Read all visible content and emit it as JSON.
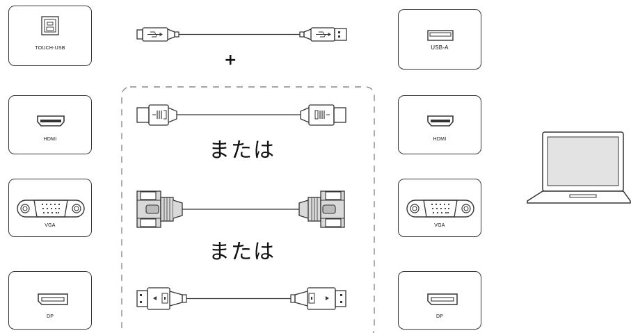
{
  "left_ports": [
    {
      "id": "touch-usb",
      "label": "TOUCH-USB",
      "icon": "usb-b-port-icon"
    },
    {
      "id": "hdmi",
      "label": "HDMI",
      "icon": "hdmi-port-icon"
    },
    {
      "id": "vga",
      "label": "VGA",
      "icon": "vga-port-icon"
    },
    {
      "id": "dp",
      "label": "DP",
      "icon": "displayport-port-icon"
    }
  ],
  "right_ports": [
    {
      "id": "usb-a",
      "label": "USB-A",
      "icon": "usb-a-port-icon"
    },
    {
      "id": "hdmi",
      "label": "HDMI",
      "icon": "hdmi-port-icon"
    },
    {
      "id": "vga",
      "label": "VGA",
      "icon": "vga-port-icon"
    },
    {
      "id": "dp",
      "label": "DP",
      "icon": "displayport-port-icon"
    }
  ],
  "cables": [
    {
      "id": "usb-cable",
      "icon": "usb-cable-icon"
    },
    {
      "id": "hdmi-cable",
      "icon": "hdmi-cable-icon"
    },
    {
      "id": "vga-cable",
      "icon": "vga-cable-icon"
    },
    {
      "id": "dp-cable",
      "icon": "displayport-cable-icon"
    }
  ],
  "plus_sign": "+",
  "or_label_1": "または",
  "or_label_2": "または",
  "device_icon": "laptop-icon",
  "colors": {
    "stroke": "#333333",
    "fill_light": "#d9d9d9",
    "fill_mid": "#bbbbbb",
    "dash": "#888888"
  }
}
